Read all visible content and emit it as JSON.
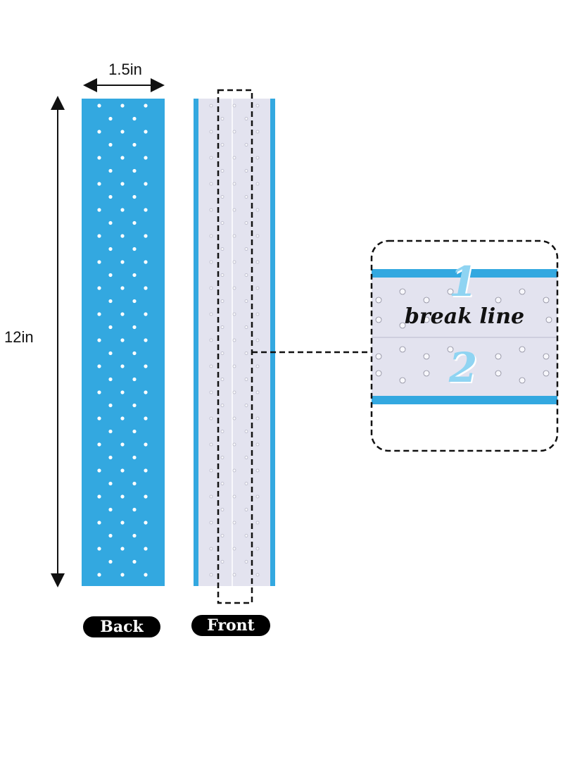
{
  "dimensions": {
    "width_label": "1.5in",
    "height_label": "12in"
  },
  "strips": {
    "back": {
      "label": "Back",
      "color": "#33a8e0"
    },
    "front": {
      "label": "Front",
      "liner_color": "#e3e3ef",
      "edge_color": "#33a8e0"
    }
  },
  "zoom": {
    "number_top": "1",
    "number_bottom": "2",
    "break_label": "break line",
    "number_color": "#8fd4f2"
  },
  "icons": {
    "dimension_arrow": "double-headed-arrow-icon",
    "perforation": "hole-dot-icon"
  }
}
